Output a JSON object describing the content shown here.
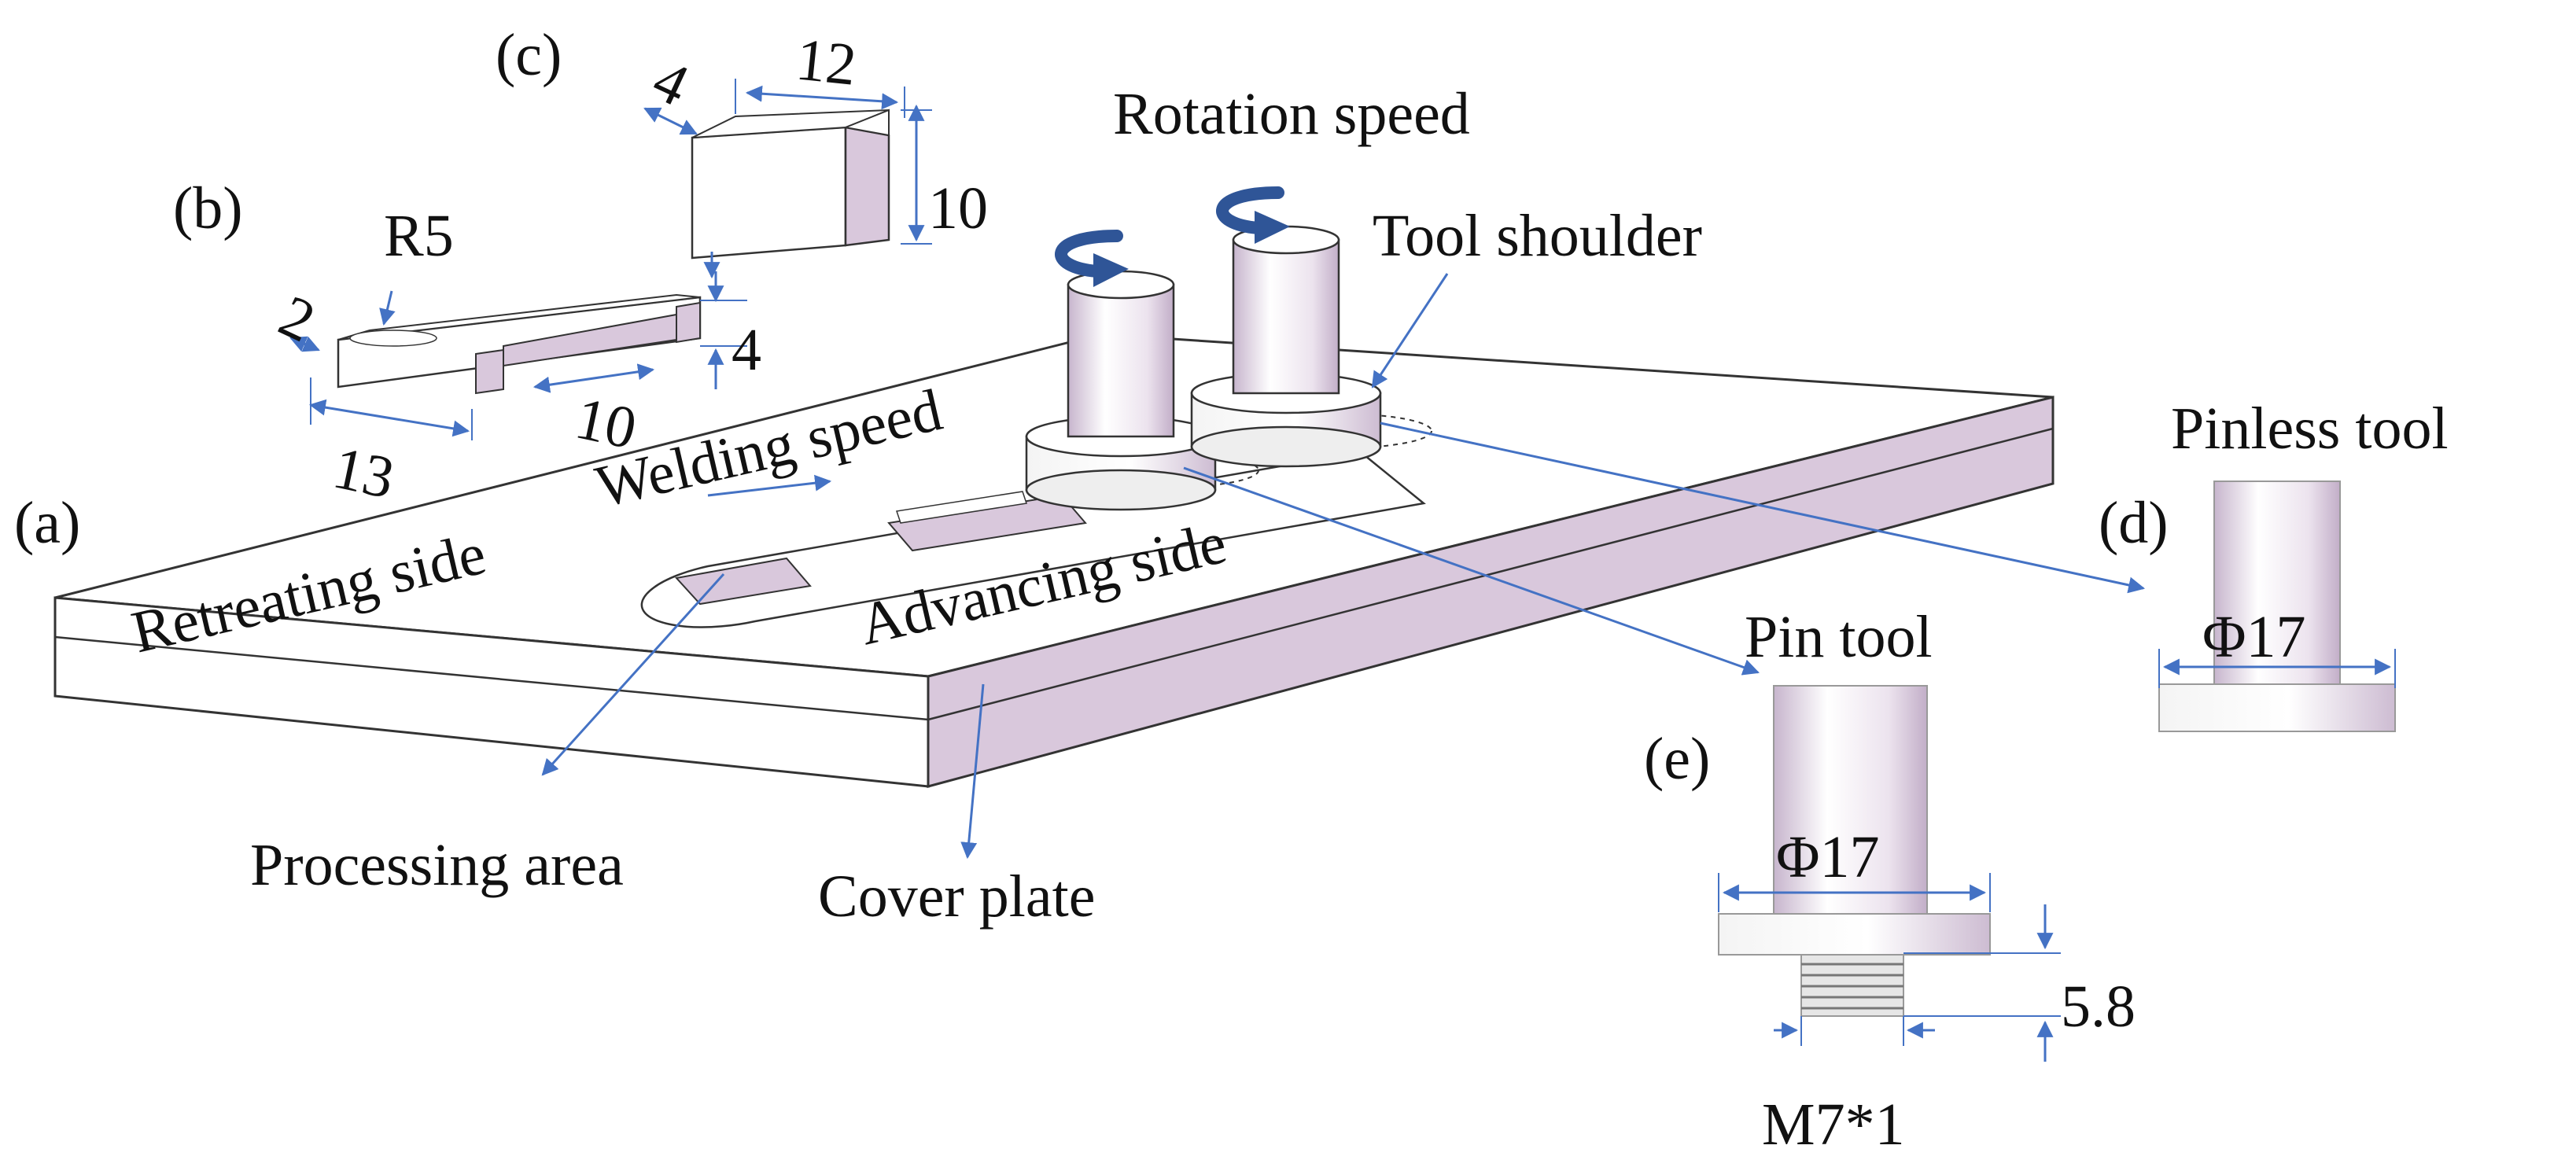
{
  "colors": {
    "arrow": "#4472c4",
    "face_pink": "#d9c8dc",
    "face_white": "#ffffff",
    "edge": "#333333",
    "rotation_arrow": "#2f5597"
  },
  "labels": {
    "panel_a": "(a)",
    "panel_b": "(b)",
    "panel_c": "(c)",
    "panel_d": "(d)",
    "panel_e": "(e)",
    "rotation_speed": "Rotation speed",
    "tool_shoulder": "Tool shoulder",
    "welding_speed": "Welding speed",
    "retreating_side": "Retreating side",
    "advancing_side": "Advancing side",
    "processing_area": "Processing area",
    "cover_plate": "Cover plate",
    "pinless_tool": "Pinless tool",
    "pin_tool": "Pin tool"
  },
  "dimensions": {
    "b_radius": "R5",
    "b_width": "2",
    "b_height": "4",
    "b_length_1": "13",
    "b_length_2": "10",
    "c_depth": "4",
    "c_length": "12",
    "c_height": "10",
    "d_diameter": "Φ17",
    "e_diameter": "Φ17",
    "e_pin_length": "5.8",
    "e_thread": "M7*1"
  }
}
